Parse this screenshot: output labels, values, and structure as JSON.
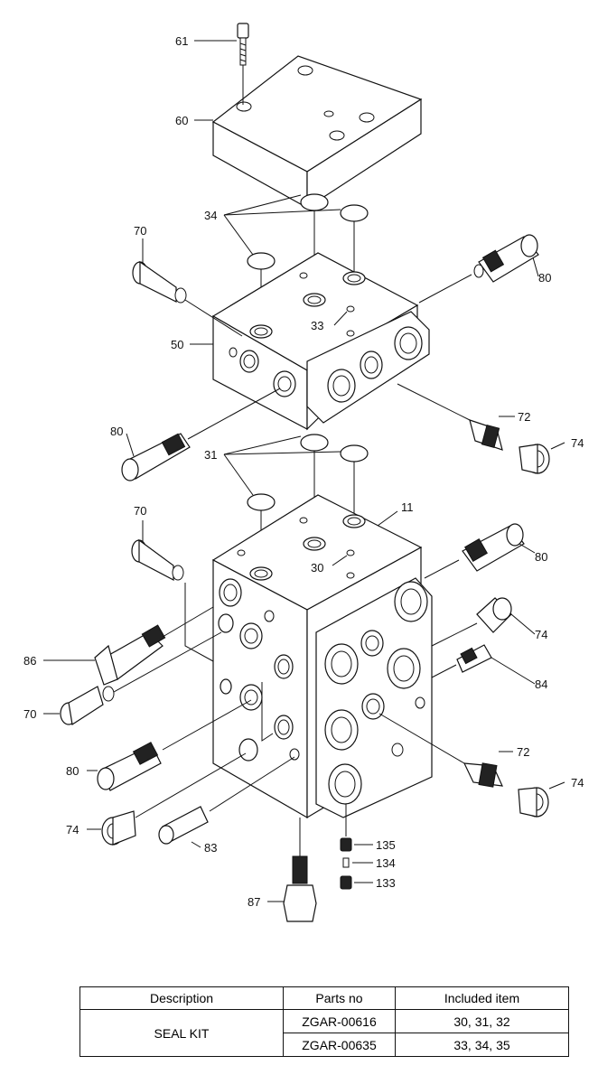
{
  "callouts": [
    "61",
    "60",
    "34",
    "70",
    "80",
    "33",
    "50",
    "72",
    "74",
    "80",
    "31",
    "11",
    "70",
    "80",
    "30",
    "74",
    "86",
    "84",
    "70",
    "72",
    "80",
    "74",
    "74",
    "83",
    "135",
    "134",
    "133",
    "87"
  ],
  "table": {
    "headers": [
      "Description",
      "Parts no",
      "Included item"
    ],
    "rows": [
      {
        "description": "SEAL KIT",
        "parts_no": "ZGAR-00616",
        "included": "30, 31, 32"
      },
      {
        "description": "",
        "parts_no": "ZGAR-00635",
        "included": "33, 34, 35"
      }
    ]
  }
}
